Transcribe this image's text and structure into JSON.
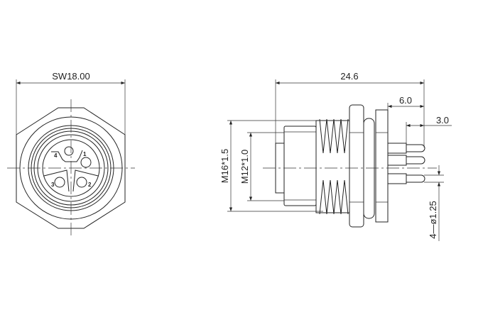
{
  "front_view": {
    "width_dim": "SW18.00",
    "pin_labels": [
      "1",
      "2",
      "3",
      "4"
    ]
  },
  "side_view": {
    "length_dim": "24.6",
    "pin_length_dim": "6.0",
    "pin_tip_dim": "3.0",
    "outer_thread_dim": "M16*1.5",
    "inner_thread_dim": "M12*1.0",
    "pin_diameter_dim": "4—ø1.25"
  },
  "colors": {
    "line": "#222222",
    "background": "#ffffff"
  }
}
